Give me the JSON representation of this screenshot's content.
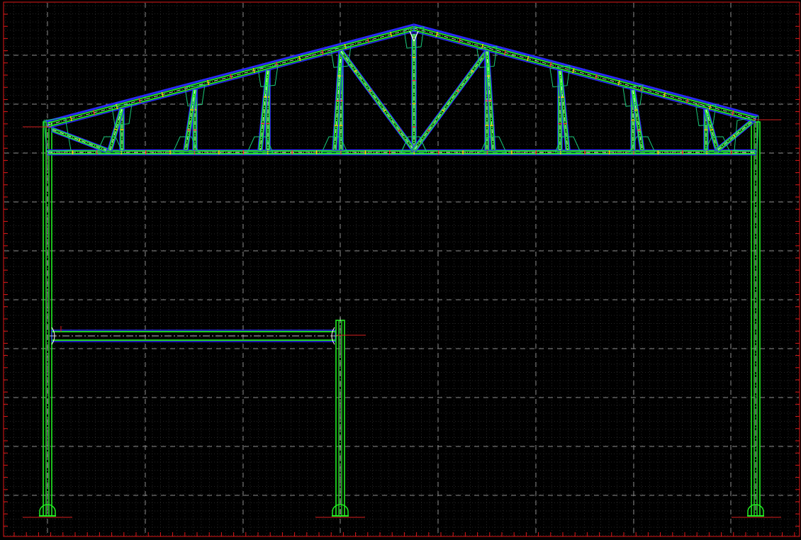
{
  "drawing": {
    "colors": {
      "background": "#000000",
      "frame": "#e01818",
      "grid_minor": "#262626",
      "grid_major": "#8a8a8a",
      "member": "#22ee22",
      "member_outline": "#2a2aff",
      "gusset": "#18c878",
      "bolt": "#ffd000",
      "bolt_alt": "#ff3030",
      "center_line": "#ffffff",
      "dim_line": "#d82020"
    },
    "elements": [
      "main-truss",
      "left-column",
      "right-column",
      "mezzanine-beam",
      "mezzanine-column",
      "base-plates"
    ]
  }
}
